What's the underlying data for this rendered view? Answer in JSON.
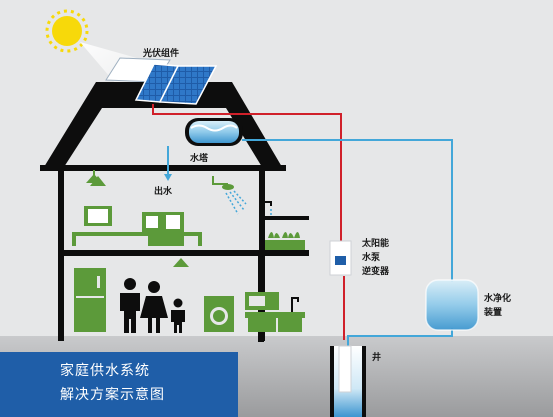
{
  "labels": {
    "solar_panels": "光伏组件",
    "water_tower": "水塔",
    "water_out": "出水",
    "inverter": [
      "太阳能",
      "水泵",
      "逆变器"
    ],
    "purifier": [
      "水净化",
      "装置"
    ],
    "well": "井"
  },
  "title": {
    "line1": "家庭供水系统",
    "line2": "解决方案示意图"
  },
  "colors": {
    "background": "#e6e7e8",
    "house": "#0d0d0d",
    "appliance_green": "#5c9a3a",
    "power_line": "#d0202a",
    "water_line": "#43a7d9",
    "water": "#1e7fc1",
    "title_box": "#1f5ea8",
    "sun": "#f7d90a"
  }
}
